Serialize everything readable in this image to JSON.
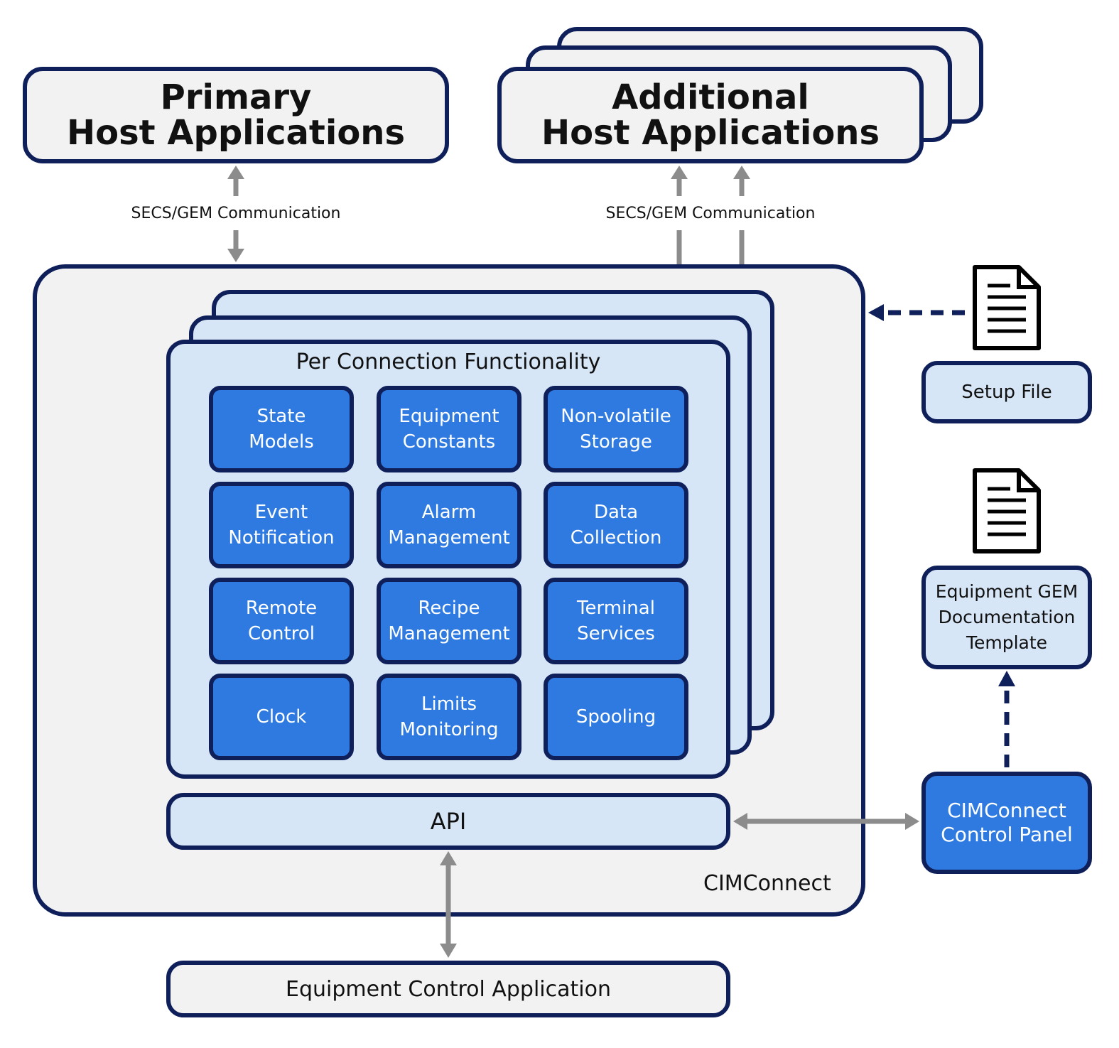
{
  "primary_host": {
    "line1": "Primary",
    "line2": "Host Applications"
  },
  "additional_host": {
    "line1": "Additional",
    "line2": "Host Applications"
  },
  "comm_label_left": "SECS/GEM Communication",
  "comm_label_right": "SECS/GEM Communication",
  "cimconnect": {
    "label": "CIMConnect",
    "per_connection_title": "Per Connection Functionality",
    "functions": [
      "State\nModels",
      "Equipment\nConstants",
      "Non-volatile\nStorage",
      "Event\nNotification",
      "Alarm\nManagement",
      "Data\nCollection",
      "Remote\nControl",
      "Recipe\nManagement",
      "Terminal\nServices",
      "Clock",
      "Limits\nMonitoring",
      "Spooling"
    ],
    "api_label": "API"
  },
  "setup_file": {
    "label": "Setup File",
    "icon": "document-icon"
  },
  "gem_template": {
    "label": "Equipment GEM\nDocumentation\nTemplate",
    "icon": "document-icon"
  },
  "control_panel": {
    "label": "CIMConnect\nControl Panel"
  },
  "equipment_app": {
    "label": "Equipment Control Application"
  },
  "colors": {
    "border": "#0f1f5a",
    "gray_fill": "#f2f2f2",
    "light_blue": "#d6e6f7",
    "blue": "#2f7ae0",
    "arrow_gray": "#8c8c8c",
    "dashed_arrow": "#0f1f5a"
  }
}
